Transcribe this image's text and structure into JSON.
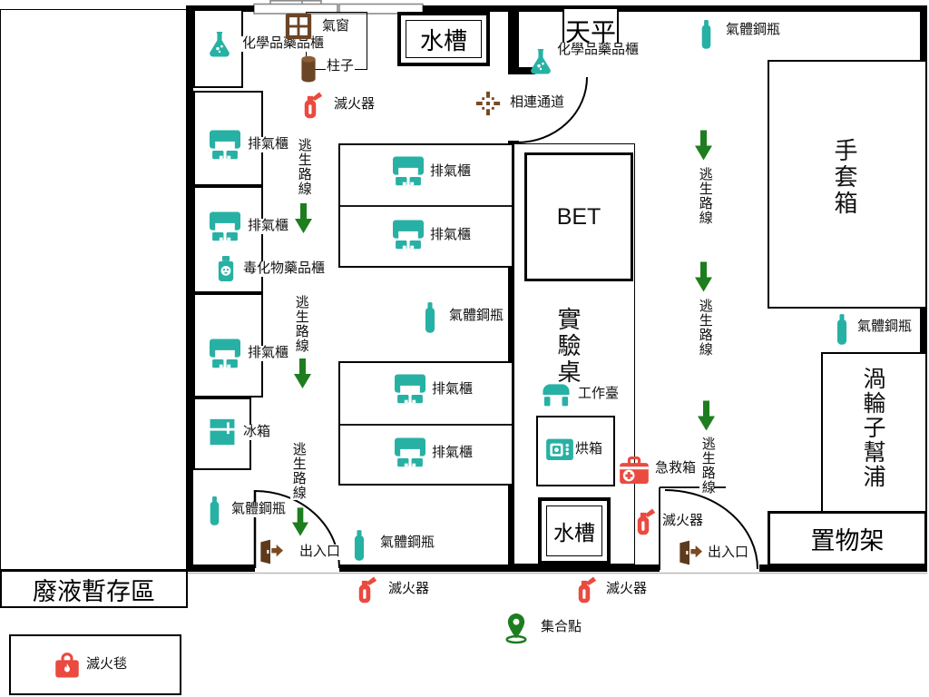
{
  "labels": {
    "vent_window": "氣窗",
    "chemical_cabinet": "化學品藥品櫃",
    "pillar": "柱子",
    "fire_extinguisher": "滅火器",
    "sink": "水槽",
    "balance": "天平",
    "passage": "相連通道",
    "gas_cylinder": "氣體鋼瓶",
    "fume_hood": "排氣櫃",
    "toxic_cabinet": "毒化物藥品櫃",
    "escape_route": "逃生路線",
    "bet": "BET",
    "lab_bench": "實驗桌",
    "glove_box": "手套箱",
    "workbench": "工作臺",
    "oven": "烘箱",
    "first_aid": "急救箱",
    "turbo_pump": "渦輪子幫浦",
    "storage_rack": "置物架",
    "fridge": "冰箱",
    "exit": "出入口",
    "assembly_point": "集合點",
    "waste_area": "廢液暫存區",
    "fire_blanket": "滅火毯"
  },
  "colors": {
    "teal": "#27b1a4",
    "brown": "#6a4526",
    "door_brown": "#5e3a1c",
    "red": "#ea4a3f",
    "green": "#1e7d1e",
    "wall": "#000000"
  }
}
